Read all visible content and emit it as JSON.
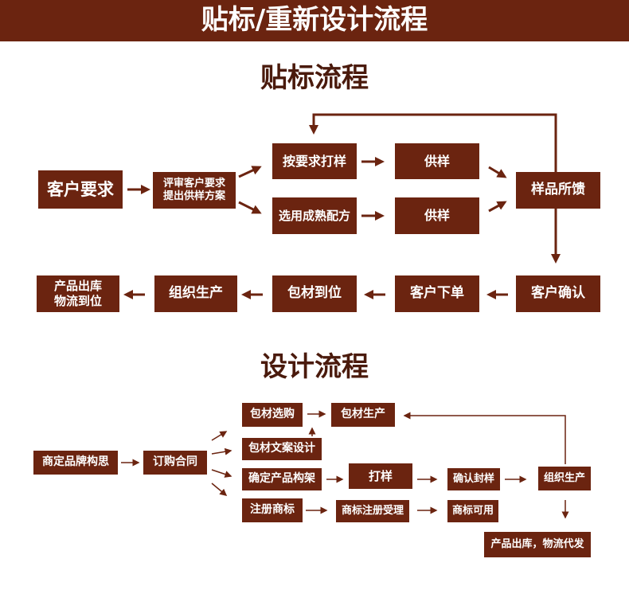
{
  "header": {
    "title": "贴标/重新设计流程"
  },
  "labeling": {
    "title": "贴标流程",
    "nodes": {
      "customer_request": "客户要求",
      "review_request": "评审客户要求\n提出供样方案",
      "sample_by_request": "按要求打样",
      "supply_sample_1": "供样",
      "select_formula": "选用成熟配方",
      "supply_sample_2": "供样",
      "sample_feedback": "样品所馈",
      "customer_confirm": "客户确认",
      "customer_order": "客户下单",
      "packaging_ready": "包材到位",
      "organize_production": "组织生产",
      "ship_out": "产品出库\n物流到位"
    }
  },
  "design": {
    "title": "设计流程",
    "nodes": {
      "brand_concept": "商定品牌构思",
      "sign_contract": "订购合同",
      "packaging_select": "包材选购",
      "packaging_produce": "包材生产",
      "copy_design": "包材文案设计",
      "confirm_product": "确定产品构架",
      "sampling": "打样",
      "confirm_seal": "确认封样",
      "organize_production": "组织生产",
      "register_trademark": "注册商标",
      "trademark_accepted": "商标注册受理",
      "trademark_usable": "商标可用",
      "ship_out": "产品出库，物流代发"
    }
  }
}
